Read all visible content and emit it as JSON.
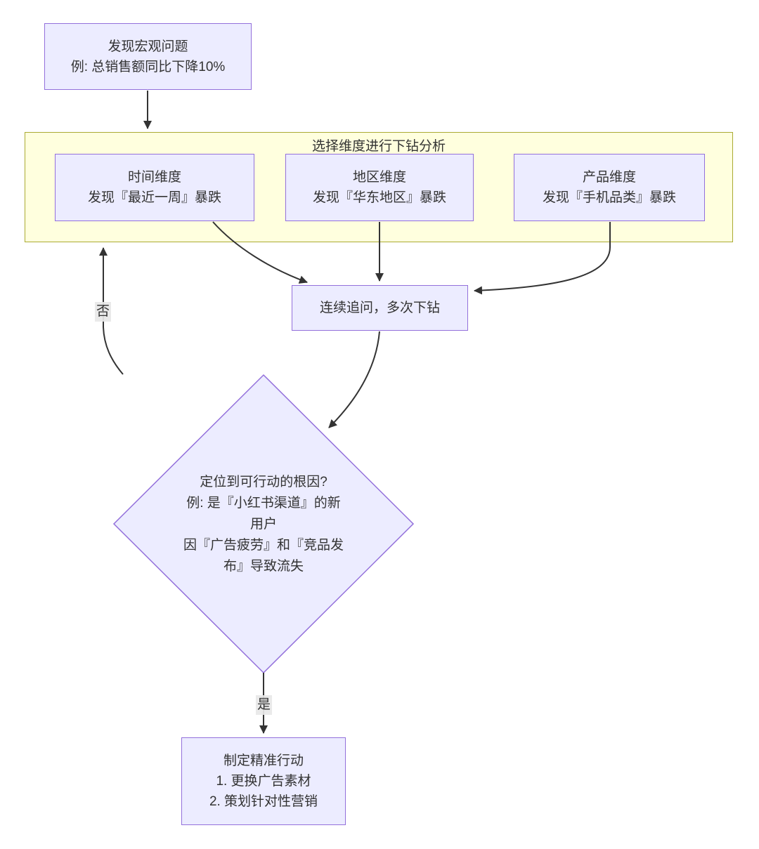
{
  "diagram": {
    "background": "#ffffff",
    "palette": {
      "node_fill": "#ECECFF",
      "node_border": "#9370DB",
      "container_fill": "#FFFFDE",
      "container_border": "#AAAA33",
      "edge_color": "#333333",
      "edge_label_bg": "#E8E8E8",
      "text_color": "#333333"
    },
    "container": {
      "title": "选择维度进行下钻分析"
    },
    "nodes": {
      "macro_problem": {
        "lines": [
          "发现宏观问题",
          "例: 总销售额同比下降10%"
        ]
      },
      "time_dimension": {
        "lines": [
          "时间维度",
          "发现『最近一周』暴跌"
        ]
      },
      "region_dimension": {
        "lines": [
          "地区维度",
          "发现『华东地区』暴跌"
        ]
      },
      "product_dimension": {
        "lines": [
          "产品维度",
          "发现『手机品类』暴跌"
        ]
      },
      "drilldown": {
        "lines": [
          "连续追问，多次下钻"
        ]
      },
      "decision": {
        "lines": [
          "定位到可行动的根因?",
          "例: 是『小红书渠道』的新",
          "用户",
          "因『广告疲劳』和『竞品发",
          "布』导致流失"
        ]
      },
      "action_plan": {
        "lines": [
          "制定精准行动",
          "1. 更换广告素材",
          "2. 策划针对性营销"
        ]
      }
    },
    "edge_labels": {
      "yes": "是",
      "no": "否"
    }
  }
}
